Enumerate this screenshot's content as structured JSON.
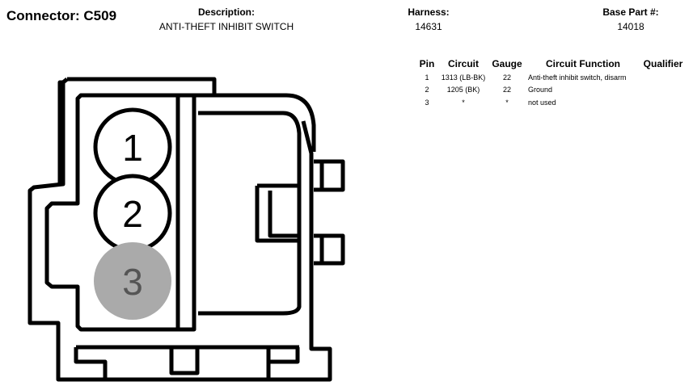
{
  "connector": {
    "label": "Connector: C509"
  },
  "description": {
    "label": "Description:",
    "value": "ANTI-THEFT INHIBIT SWITCH"
  },
  "harness": {
    "label": "Harness:",
    "value": "14631"
  },
  "base_part": {
    "label": "Base Part #:",
    "value": "14018"
  },
  "table": {
    "headers": {
      "pin": "Pin",
      "circuit": "Circuit",
      "gauge": "Gauge",
      "function": "Circuit Function",
      "qualifier": "Qualifier"
    },
    "rows": [
      {
        "pin": "1",
        "circuit": "1313 (LB-BK)",
        "gauge": "22",
        "function": "Anti-theft inhibit switch, disarm",
        "qualifier": ""
      },
      {
        "pin": "2",
        "circuit": "1205 (BK)",
        "gauge": "22",
        "function": "Ground",
        "qualifier": ""
      },
      {
        "pin": "3",
        "circuit": "*",
        "gauge": "*",
        "function": "not used",
        "qualifier": ""
      }
    ]
  },
  "diagram": {
    "pins": [
      {
        "label": "1",
        "state": "used"
      },
      {
        "label": "2",
        "state": "used"
      },
      {
        "label": "3",
        "state": "not used"
      }
    ],
    "colors": {
      "outline": "#000000",
      "unused_pin_fill": "#aaaaaa",
      "unused_pin_text": "#555555"
    }
  }
}
